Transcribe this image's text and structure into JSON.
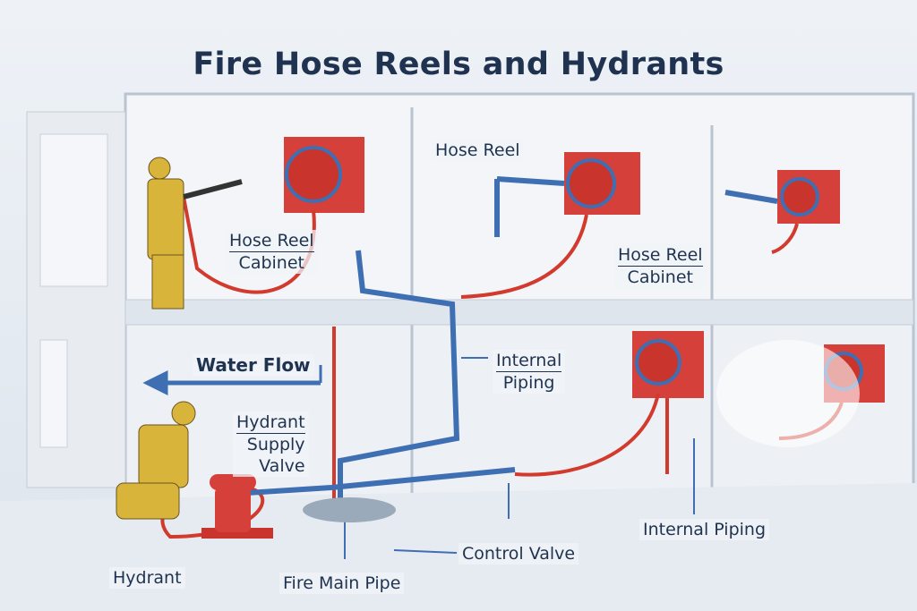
{
  "title": "Fire Hose Reels and Hydrants",
  "labels": {
    "hose_reel": "Hose Reel",
    "hose_reel_cabinet_left_1": "Hose Reel",
    "hose_reel_cabinet_left_2": "Cabinet",
    "hose_reel_cabinet_right_1": "Hose Reel",
    "hose_reel_cabinet_right_2": "Cabinet",
    "water_flow": "Water Flow",
    "internal_piping_1": "Internal",
    "internal_piping_2": "Piping",
    "hydrant_supply_valve_1": "Hydrant",
    "hydrant_supply_valve_2": "Supply",
    "hydrant_supply_valve_3": "Valve",
    "hydrant": "Hydrant",
    "fire_main_pipe": "Fire Main Pipe",
    "control_valve": "Control Valve",
    "internal_piping_lower": "Internal Piping"
  },
  "colors": {
    "pipe_blue": "#3f6fb3",
    "hose_red": "#d23a2e",
    "cabinet_red": "#d6403a",
    "text": "#1f3350"
  }
}
